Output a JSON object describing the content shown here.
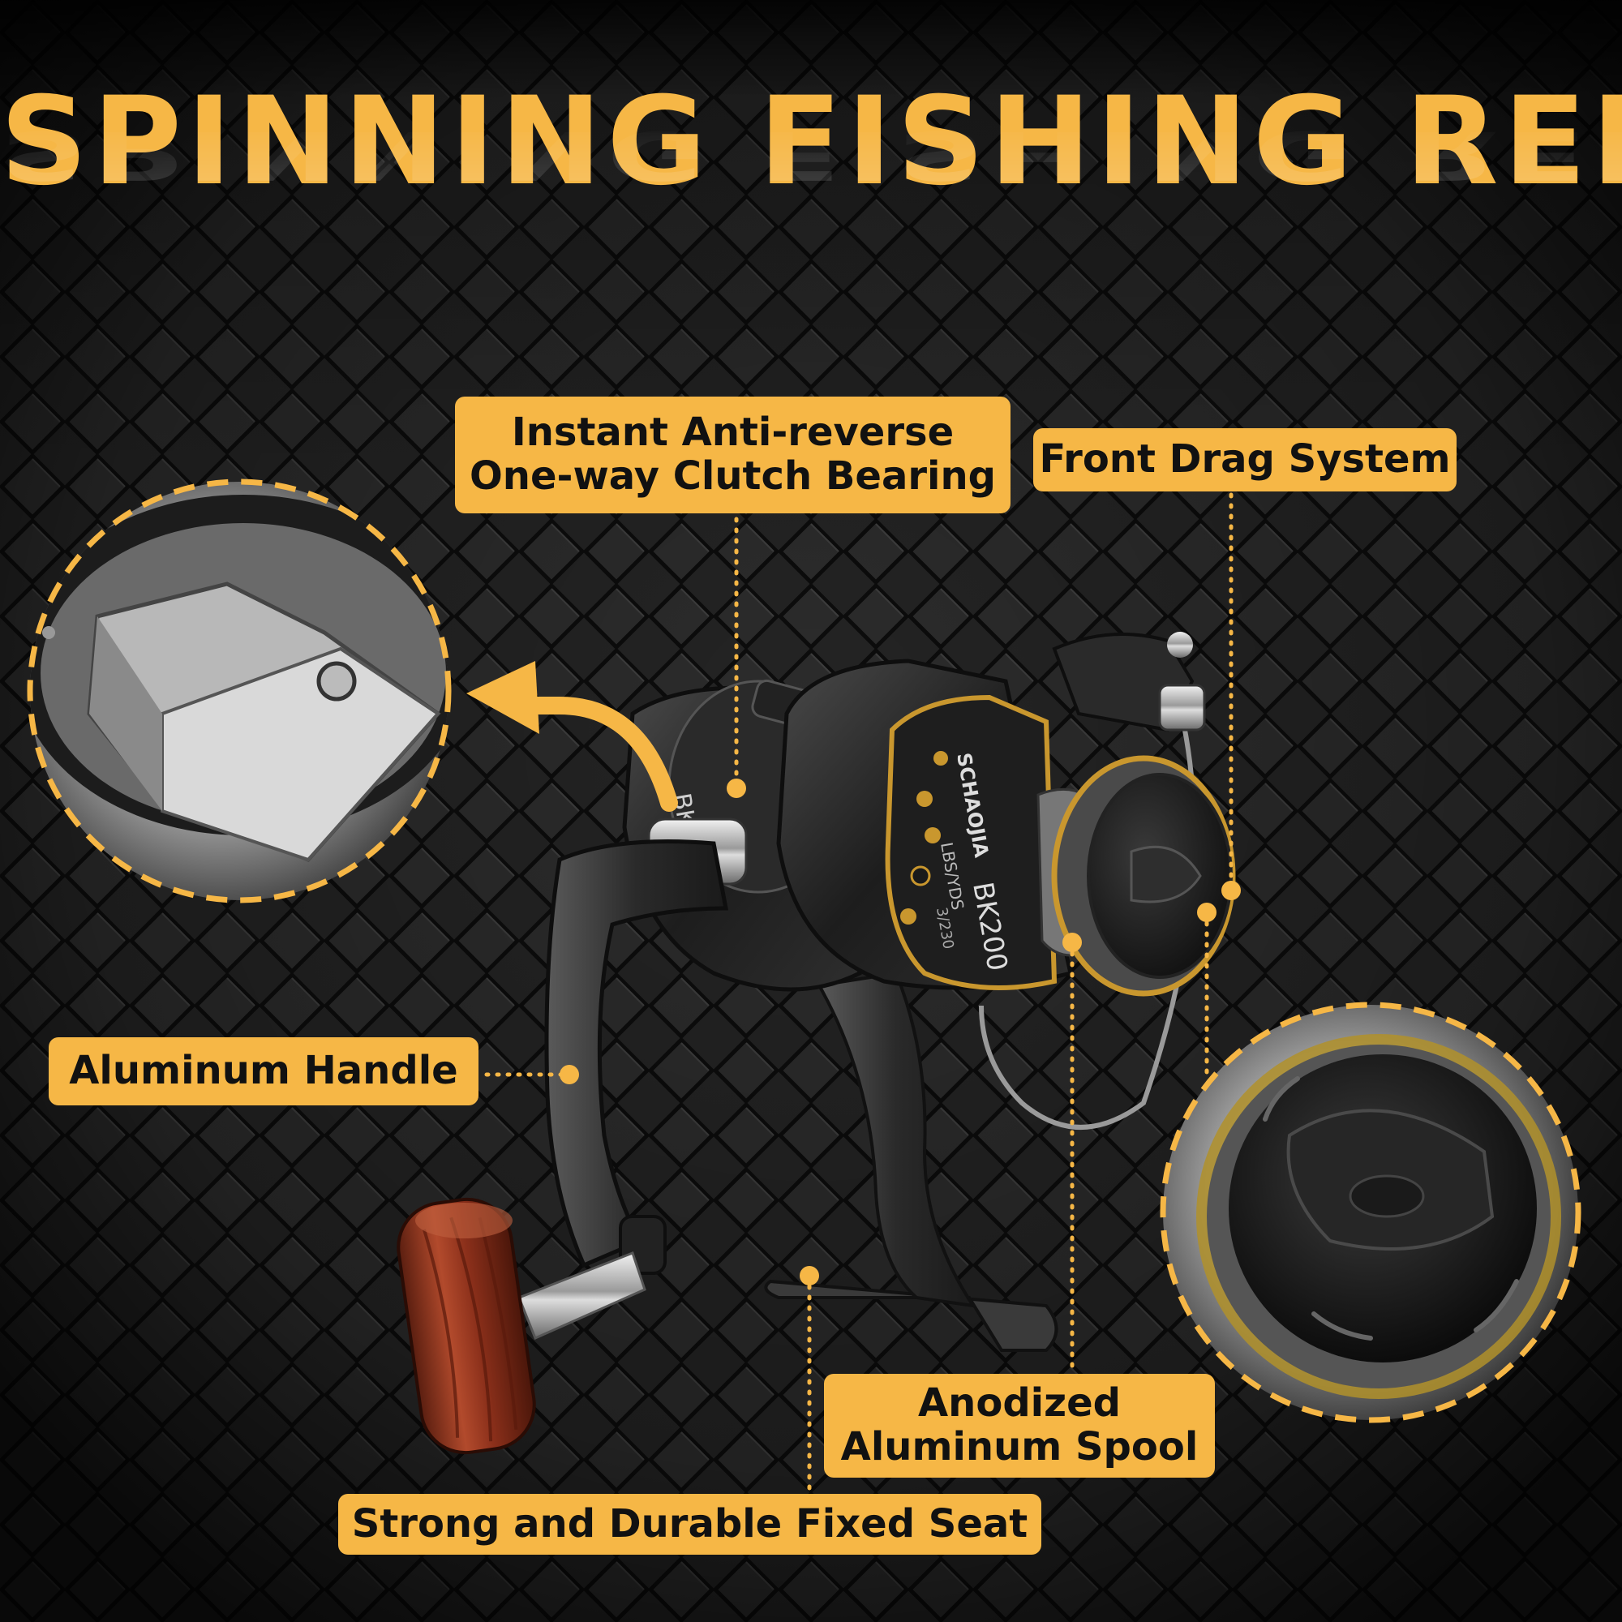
{
  "title": "SPINNING FISHING REEL",
  "colors": {
    "accent": "#f6b746",
    "background": "#1c1c1c",
    "label_text": "#111111"
  },
  "labels": {
    "anti_reverse": {
      "line1": "Instant Anti-reverse",
      "line2": "One-way Clutch Bearing"
    },
    "front_drag": "Front Drag System",
    "handle": "Aluminum Handle",
    "spool": {
      "line1": "Anodized",
      "line2": "Aluminum Spool"
    },
    "seat": "Strong and Durable Fixed Seat"
  },
  "product": {
    "model_marking": "BK200",
    "brand_marking": "SCHAOJIA",
    "line_capacity": "LBS/YDS",
    "capacity_value": "3/230"
  }
}
